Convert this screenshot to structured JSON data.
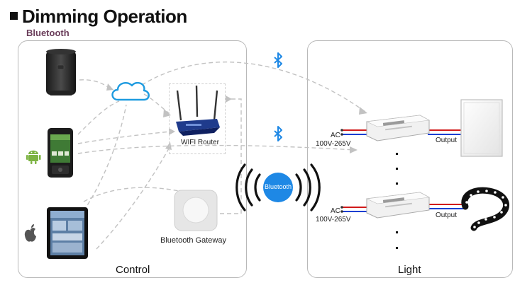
{
  "header": {
    "title": "Dimming Operation",
    "subtitle": "Bluetooth"
  },
  "control": {
    "label": "Control",
    "router_label": "WIFI Router",
    "gateway_label": "Bluetooth Gateway"
  },
  "center": {
    "bluetooth_label": "Bluetooth"
  },
  "light": {
    "label": "Light",
    "drivers": [
      {
        "input_label_1": "AC",
        "input_label_2": "100V-265V",
        "output_label": "Output"
      },
      {
        "input_label_1": "AC",
        "input_label_2": "100V-265V",
        "output_label": "Output"
      }
    ]
  },
  "colors": {
    "bluetooth_blue": "#1e88e5",
    "cloud_blue": "#1e9be0",
    "wire_red": "#d11a1a",
    "wire_blue": "#1a3fd1",
    "panel_border": "#b9b9b9"
  },
  "icons": [
    "smart-speaker-icon",
    "cloud-icon",
    "wifi-router-icon",
    "android-phone-icon",
    "android-icon",
    "apple-icon",
    "tablet-icon",
    "bluetooth-gateway-icon",
    "bluetooth-symbol-icon",
    "led-panel-icon",
    "led-strip-icon",
    "led-driver-icon"
  ]
}
